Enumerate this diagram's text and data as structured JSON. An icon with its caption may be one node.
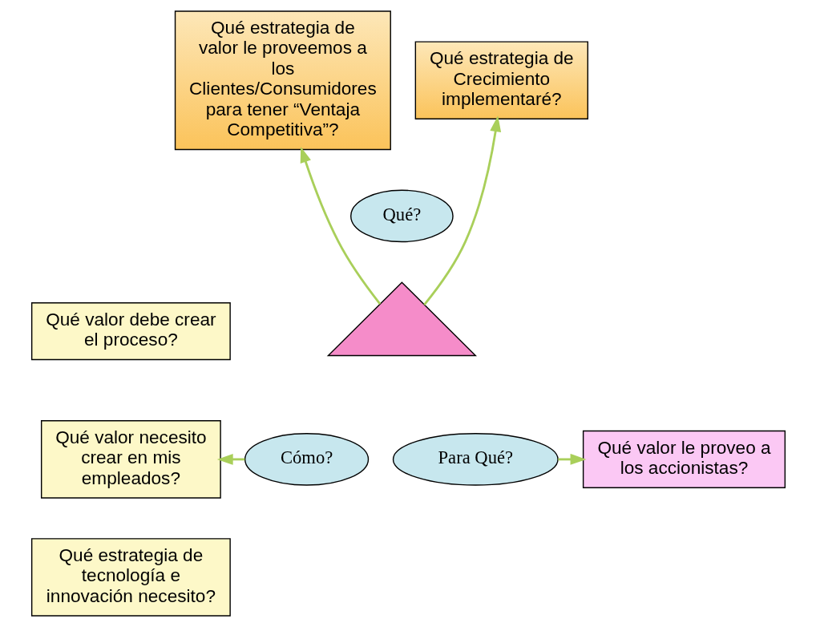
{
  "diagram": {
    "nodes": [
      {
        "text": [
          "Qué estrategia de valor le proveemos a los Clientes/Consumidores para tener “Ventaja Competitiva”?"
        ]
      },
      {
        "text": [
          "Qué estrategia de Crecimiento implementaré?"
        ]
      },
      {
        "text": [
          "Qué valor debe crear el proceso?"
        ]
      },
      {
        "text": [
          "Qué valor necesito crear en mis empleados?"
        ]
      },
      {
        "text": [
          "Qué estrategia de tecnología e innovación necesito?"
        ]
      },
      {
        "text": [
          "Qué?"
        ]
      },
      {
        "text": [],
        "shape": "triangle"
      },
      {
        "text": [
          "Cómo?"
        ]
      },
      {
        "text": [
          "Para Qué?"
        ]
      },
      {
        "text": [
          "Qué valor le proveo a los accionistas?"
        ]
      }
    ],
    "edges": [
      {
        "from": 6,
        "to": 0,
        "arrow": "to"
      },
      {
        "from": 6,
        "to": 1,
        "arrow": "to"
      },
      {
        "from": 7,
        "to": 3,
        "arrow": "to"
      },
      {
        "from": 8,
        "to": 9,
        "arrow": "to"
      }
    ]
  }
}
